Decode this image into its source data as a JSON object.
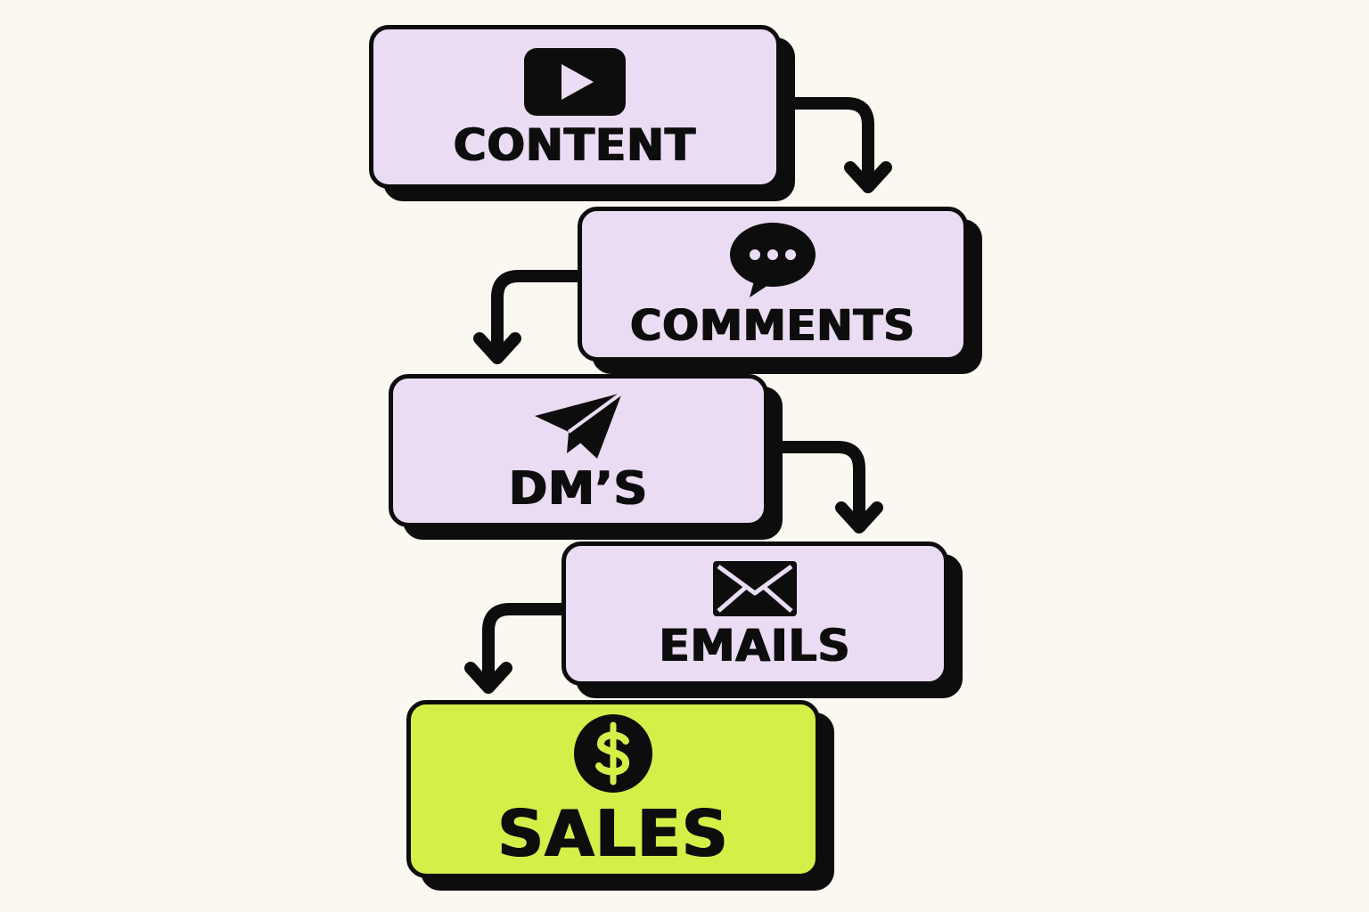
{
  "steps": [
    {
      "label": "CONTENT",
      "icon": "play-button-icon"
    },
    {
      "label": "COMMENTS",
      "icon": "speech-bubble-icon"
    },
    {
      "label": "DM’S",
      "icon": "paper-plane-icon"
    },
    {
      "label": "EMAILS",
      "icon": "envelope-icon"
    },
    {
      "label": "SALES",
      "icon": "dollar-coin-icon"
    }
  ],
  "colors": {
    "background": "#fbf8f1",
    "card": "#eadcf3",
    "highlight": "#d3f049",
    "ink": "#0d0d0d"
  }
}
